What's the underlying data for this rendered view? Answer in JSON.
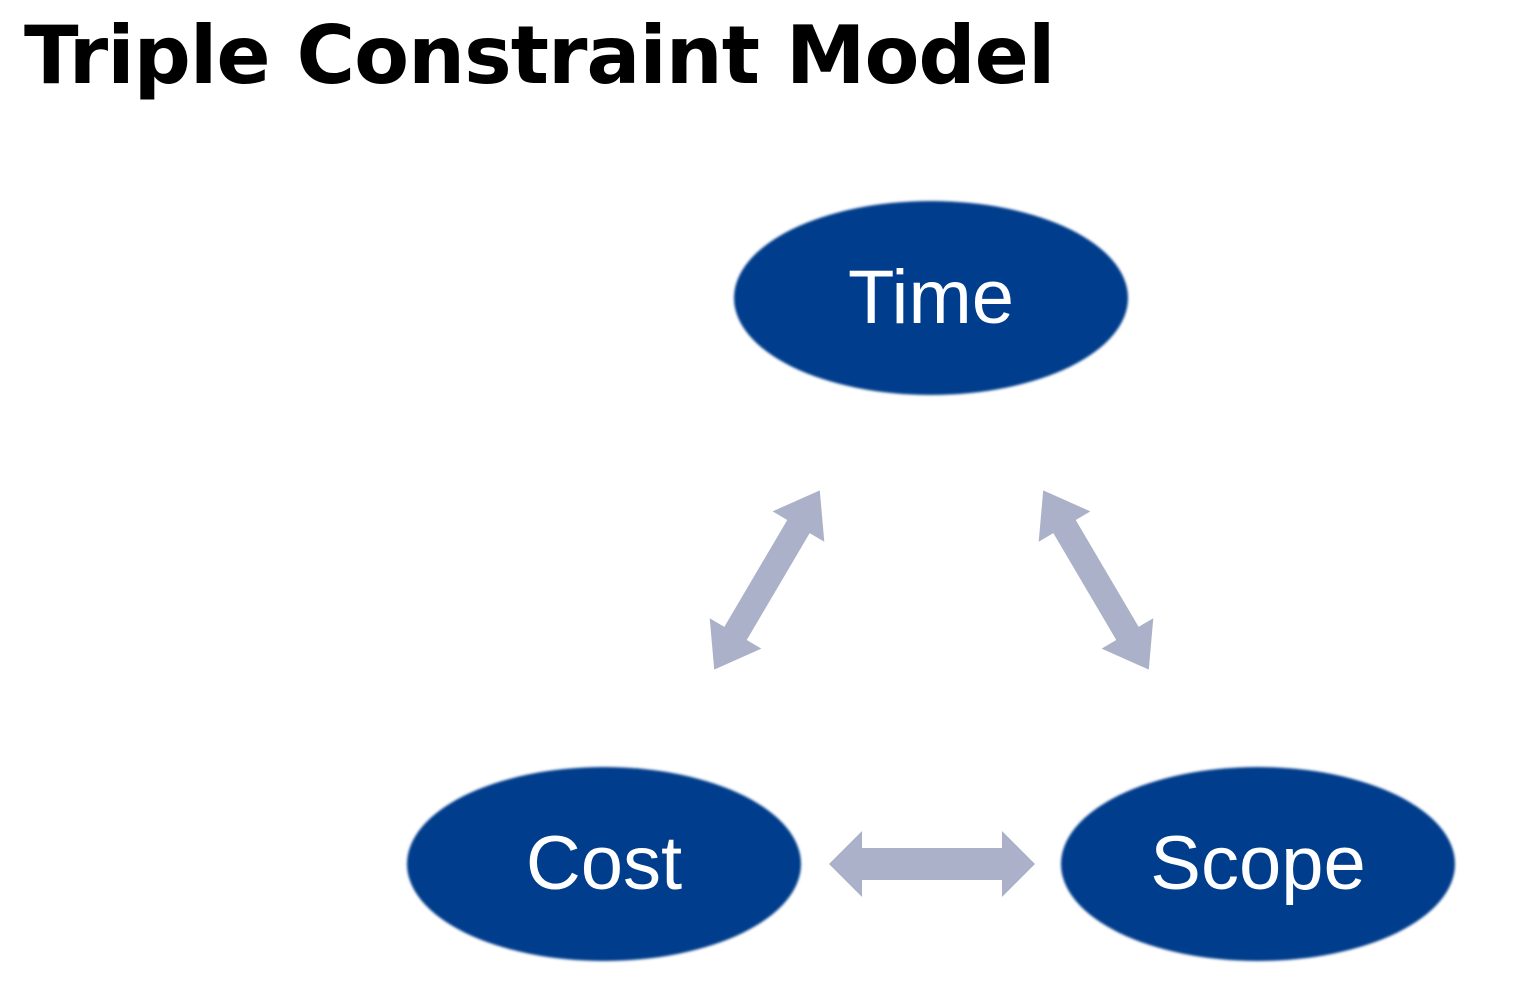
{
  "page": {
    "title": "Triple Constraint Model"
  },
  "diagram": {
    "nodes": [
      {
        "id": "time",
        "label": "Time"
      },
      {
        "id": "cost",
        "label": "Cost"
      },
      {
        "id": "scope",
        "label": "Scope"
      }
    ],
    "edges": [
      {
        "from": "time",
        "to": "cost",
        "direction": "both"
      },
      {
        "from": "time",
        "to": "scope",
        "direction": "both"
      },
      {
        "from": "cost",
        "to": "scope",
        "direction": "both"
      }
    ]
  },
  "colors": {
    "node_fill": "#053d8c",
    "node_text": "#ffffff",
    "arrow_fill": "#abb1c9",
    "title_text": "#000000",
    "background": "#ffffff"
  }
}
